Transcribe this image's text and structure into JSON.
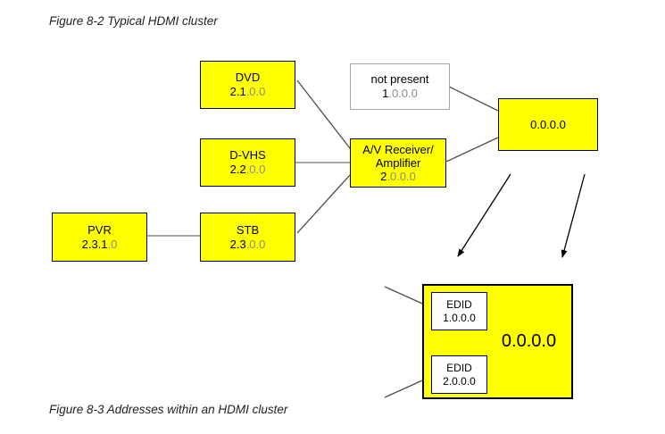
{
  "captions": {
    "figure_8_2": "Figure 8-2 Typical HDMI cluster",
    "figure_8_3": "Figure 8-3 Addresses within an HDMI cluster"
  },
  "colors": {
    "node_fill": "#ffff00",
    "node_border": "#000000",
    "not_present_border": "#a6a6a6",
    "dim_text": "#8c8c8c",
    "connector_gray": "#a6a6a6",
    "connector_dark": "#4d4d4d",
    "arrow": "#000000"
  },
  "figure_8_2_diagram": {
    "nodes": {
      "dvd": {
        "label": "DVD",
        "address_active": "2.1",
        "address_dim": ".0.0"
      },
      "d_vhs": {
        "label": "D-VHS",
        "address_active": "2.2",
        "address_dim": ".0.0"
      },
      "pvr": {
        "label": "PVR",
        "address_active": "2.3.1",
        "address_dim": ".0"
      },
      "stb": {
        "label": "STB",
        "address_active": "2.3",
        "address_dim": ".0.0"
      },
      "not_present": {
        "label": "not present",
        "address_active": "1",
        "address_dim": ".0.0.0"
      },
      "av_receiver": {
        "label_line1": "A/V Receiver/",
        "label_line2": "Amplifier",
        "address_active": "2",
        "address_dim": ".0.0.0"
      },
      "root_device": {
        "address": "0.0.0.0"
      }
    }
  },
  "figure_8_3_diagram": {
    "cluster": {
      "address": "0.0.0.0",
      "edid1": {
        "label": "EDID",
        "address": "1.0.0.0"
      },
      "edid2": {
        "label": "EDID",
        "address": "2.0.0.0"
      }
    }
  }
}
